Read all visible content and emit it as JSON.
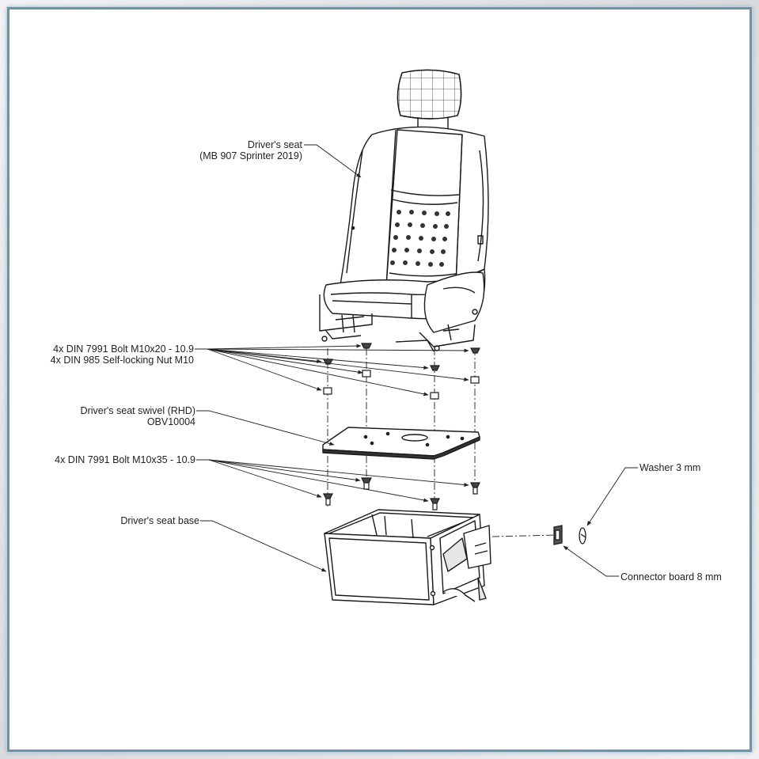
{
  "labels": {
    "drivers_seat": {
      "line1": "Driver's seat",
      "line2": "(MB 907 Sprinter 2019)"
    },
    "bolts_upper": {
      "line1": "4x DIN 7991 Bolt M10x20 - 10.9",
      "line2": "4x DIN 985 Self-locking Nut M10"
    },
    "swivel": {
      "line1": "Driver's seat swivel (RHD)",
      "line2": "OBV10004"
    },
    "bolts_lower": {
      "line1": "4x DIN 7991 Bolt M10x35 - 10.9"
    },
    "seat_base": {
      "line1": "Driver's seat base"
    },
    "washer": {
      "line1": "Washer 3 mm"
    },
    "connector": {
      "line1": "Connector board 8 mm"
    }
  },
  "colors": {
    "frame_border": "#6b93ad",
    "line": "#1a1a1a",
    "background": "#ffffff"
  }
}
